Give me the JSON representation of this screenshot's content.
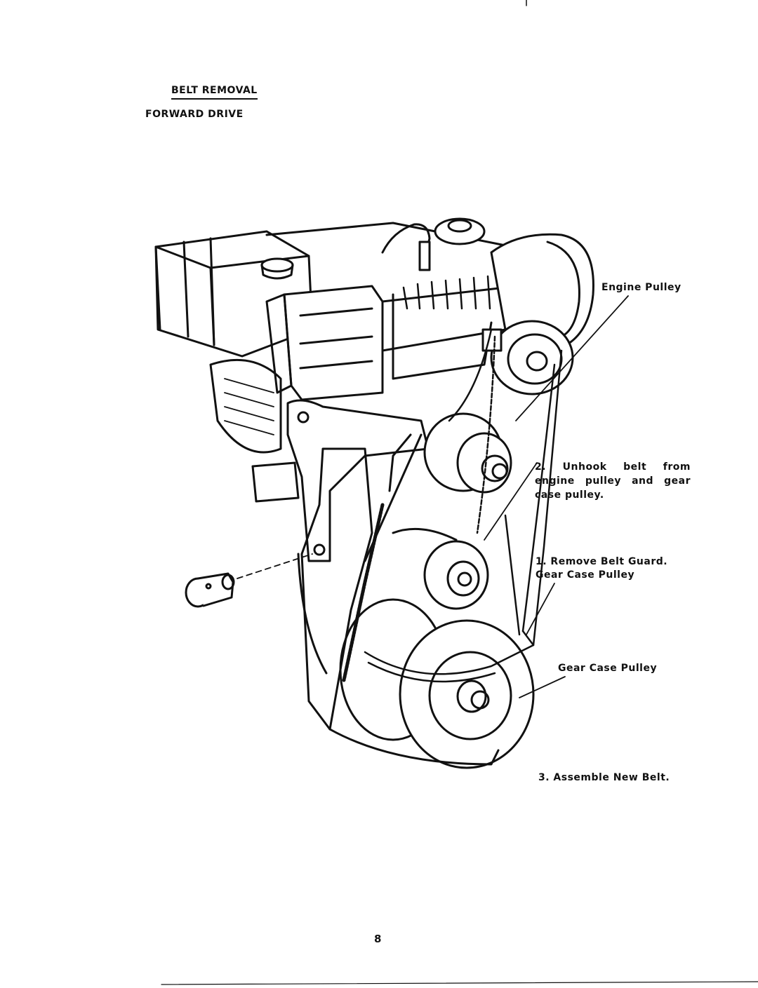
{
  "header": {
    "title": "BELT REMOVAL",
    "subtitle": "FORWARD DRIVE"
  },
  "callouts": {
    "engine_pulley": "Engine Pulley",
    "step2": "2. Unhook belt from engine pulley and gear case pulley.",
    "step1_line1": "1. Remove Belt Guard.",
    "step1_line2": "Gear Case Pulley",
    "gear_case_pulley": "Gear Case Pulley",
    "step3": "3. Assemble New Belt."
  },
  "footer": {
    "page_number": "8"
  }
}
